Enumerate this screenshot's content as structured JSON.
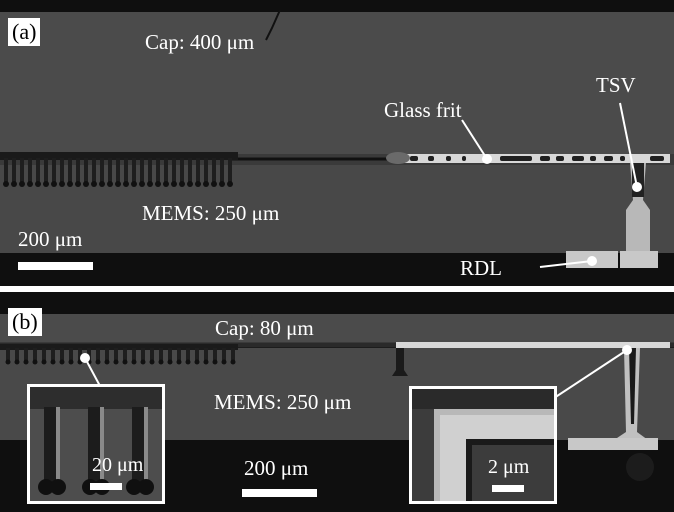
{
  "panel_a": {
    "tag": "(a)",
    "cap_label": "Cap:  400 μm",
    "mems_label": "MEMS:  250 μm",
    "glass_frit_label": "Glass frit",
    "tsv_label": "TSV",
    "rdl_label": "RDL",
    "scale_label": "200 μm"
  },
  "panel_b": {
    "tag": "(b)",
    "cap_label": "Cap:  80 μm",
    "mems_label": "MEMS:  250 μm",
    "scale_label": "200 μm",
    "inset_left_scale": "20 μm",
    "inset_right_scale": "2 μm"
  },
  "colors": {
    "cap": "#4b4b4b",
    "mems": "#494949",
    "bond": "#d8d8d8",
    "background": "#0f0f0f"
  }
}
